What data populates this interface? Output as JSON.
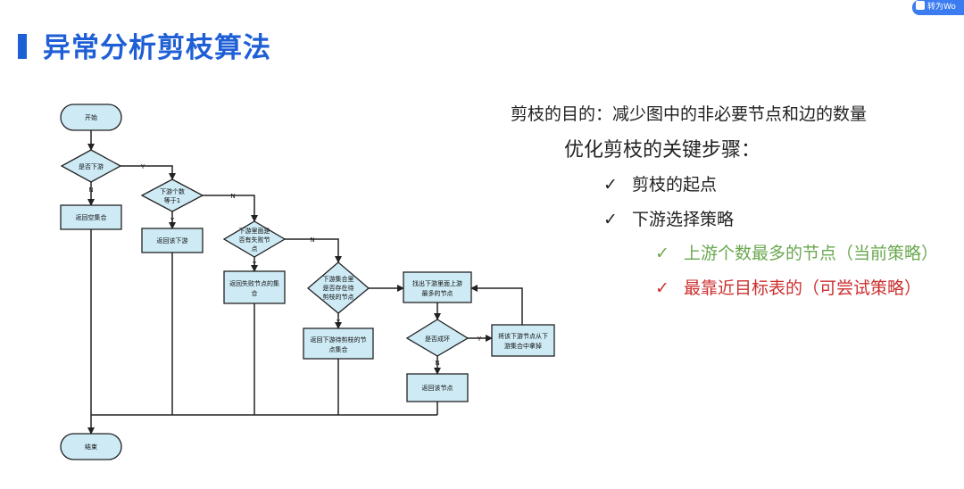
{
  "badge": {
    "label": "转为Wo"
  },
  "title": "异常分析剪枝算法",
  "goal": "剪枝的目的：减少图中的非必要节点和边的数量",
  "steps_title": "优化剪枝的关键步骤：",
  "check_mark": "✓",
  "steps": [
    {
      "text": "剪枝的起点"
    },
    {
      "text": "下游选择策略"
    }
  ],
  "sub_steps": [
    {
      "text": "上游个数最多的节点（当前策略）",
      "color": "#6aa84f"
    },
    {
      "text": "最靠近目标表的（可尝试策略）",
      "color": "#cc2f2f"
    }
  ],
  "flowchart": {
    "start": "开始",
    "end": "结束",
    "d1": "是否下游",
    "d1_yes": "Y",
    "d1_no": "N",
    "r1": "返回空集合",
    "d2": [
      "下游个数",
      "等于1"
    ],
    "d2_yes": "Y",
    "d2_no": "N",
    "r2": "返回该下游",
    "d3": [
      "下游里面是",
      "否有失败节",
      "点"
    ],
    "d3_yes": "Y",
    "d3_no": "N",
    "r3": [
      "返回失败节点的集",
      "合"
    ],
    "d4": [
      "下游集合里",
      "是否存在待",
      "剪枝的节点"
    ],
    "d4_yes": "Y",
    "r4": [
      "返回下游待剪枝的节",
      "点集合"
    ],
    "p5": [
      "找出下游里面上游",
      "最多的节点"
    ],
    "d5": "是否成环",
    "d5_yes": "Y",
    "d5_no": "N",
    "p6": [
      "将该下游节点从下",
      "游集合中拿掉"
    ],
    "r5": "返回该节点"
  }
}
